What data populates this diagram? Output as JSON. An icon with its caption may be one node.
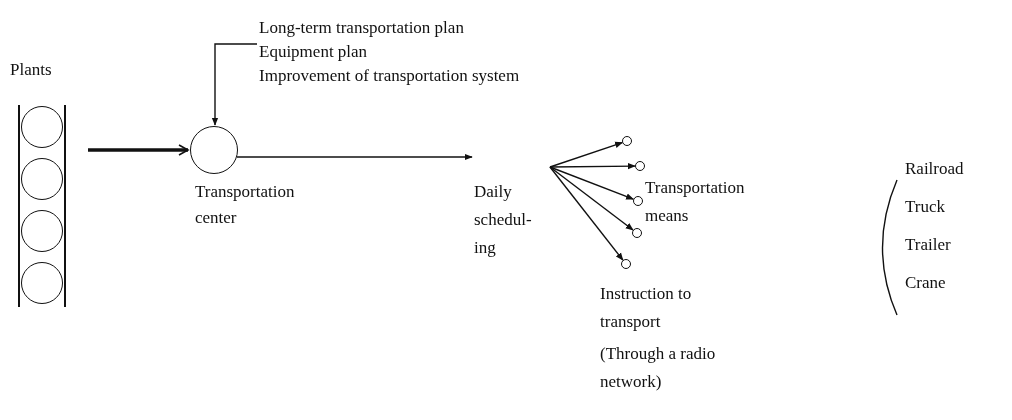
{
  "diagram": {
    "nodes": [
      {
        "text": [
          "Plants"
        ]
      },
      {
        "text": [],
        "shape": "circle",
        "in": 0
      },
      {
        "text": [],
        "shape": "circle",
        "in": 0
      },
      {
        "text": [],
        "shape": "circle",
        "in": 0
      },
      {
        "text": [],
        "shape": "circle",
        "in": 0
      },
      {
        "text": [
          "Transportation center"
        ]
      },
      {
        "text": [
          "Long-term transportation plan",
          "Equipment plan",
          "Improvement of transportation system"
        ]
      },
      {
        "text": [
          "Daily schedul- ing"
        ]
      },
      {
        "text": [],
        "shape": "circle"
      },
      {
        "text": [],
        "shape": "circle"
      },
      {
        "text": [],
        "shape": "circle"
      },
      {
        "text": [],
        "shape": "circle"
      },
      {
        "text": [],
        "shape": "circle"
      }
    ],
    "edges": [
      {
        "from": 0,
        "to": 5,
        "arrow": "to",
        "style": "thick"
      },
      {
        "from": 6,
        "to": 5,
        "arrow": "to"
      },
      {
        "from": 5,
        "to": 7,
        "arrow": "to"
      },
      {
        "from": 7,
        "to": 8,
        "arrow": "to"
      },
      {
        "from": 7,
        "to": 9,
        "arrow": "to"
      },
      {
        "from": 7,
        "to": 10,
        "arrow": "to"
      },
      {
        "from": 7,
        "to": 11,
        "arrow": "to"
      },
      {
        "from": 7,
        "to": 12,
        "arrow": "to"
      }
    ],
    "labels": [
      "Transportation means",
      "Instruction to transport",
      "(Through a radio network)",
      "Railroad",
      "Truck",
      "Trailer",
      "Crane"
    ]
  }
}
